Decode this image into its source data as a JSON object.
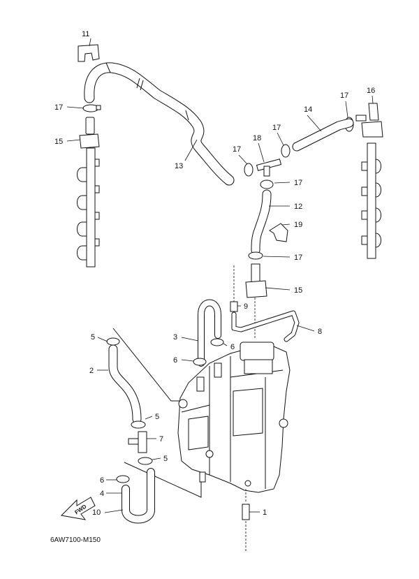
{
  "diagram": {
    "code": "6AW7100-M150",
    "fwd_label": "FWD",
    "callouts": [
      {
        "id": "c11",
        "text": "11"
      },
      {
        "id": "c17a",
        "text": "17"
      },
      {
        "id": "c15a",
        "text": "15"
      },
      {
        "id": "c13",
        "text": "13"
      },
      {
        "id": "c17b",
        "text": "17"
      },
      {
        "id": "c18",
        "text": "18"
      },
      {
        "id": "c17c",
        "text": "17"
      },
      {
        "id": "c14",
        "text": "14"
      },
      {
        "id": "c17d",
        "text": "17"
      },
      {
        "id": "c16",
        "text": "16"
      },
      {
        "id": "c17e",
        "text": "17"
      },
      {
        "id": "c12",
        "text": "12"
      },
      {
        "id": "c19",
        "text": "19"
      },
      {
        "id": "c17f",
        "text": "17"
      },
      {
        "id": "c15b",
        "text": "15"
      },
      {
        "id": "c9",
        "text": "9"
      },
      {
        "id": "c8",
        "text": "8"
      },
      {
        "id": "c3",
        "text": "3"
      },
      {
        "id": "c6a",
        "text": "6"
      },
      {
        "id": "c5a",
        "text": "5"
      },
      {
        "id": "c6b",
        "text": "6"
      },
      {
        "id": "c2",
        "text": "2"
      },
      {
        "id": "c5b",
        "text": "5"
      },
      {
        "id": "c7",
        "text": "7"
      },
      {
        "id": "c5c",
        "text": "5"
      },
      {
        "id": "c6c",
        "text": "6"
      },
      {
        "id": "c4",
        "text": "4"
      },
      {
        "id": "c10",
        "text": "10"
      },
      {
        "id": "c1",
        "text": "1"
      }
    ]
  }
}
